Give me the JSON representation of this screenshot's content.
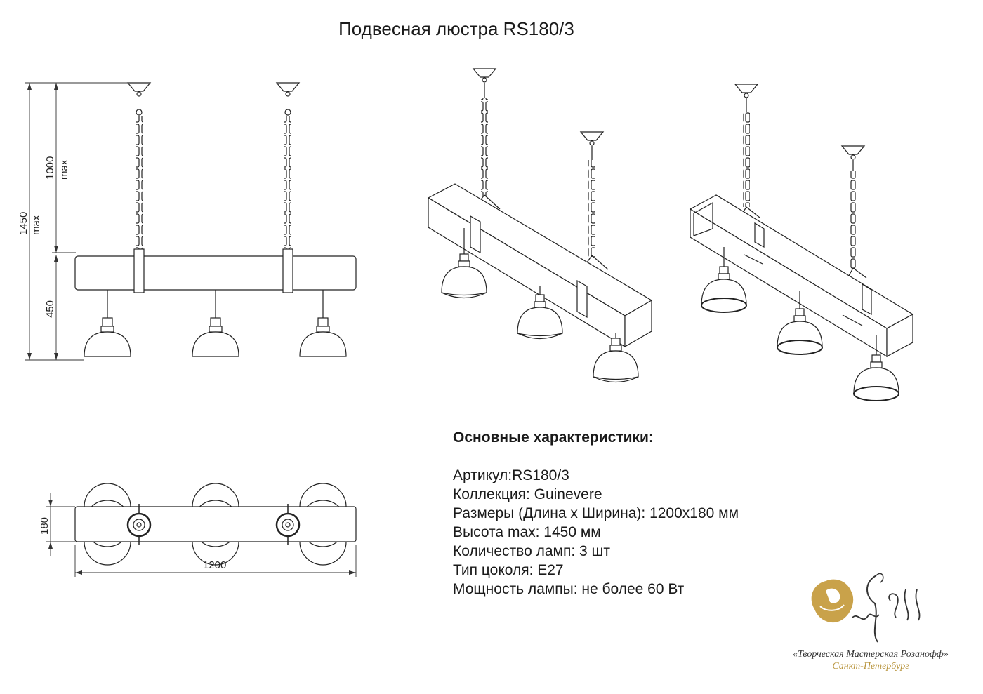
{
  "title": "Подвесная люстра RS180/3",
  "dimensions": {
    "total_height": "1450",
    "total_height_note": "max",
    "chain_height": "1000",
    "chain_height_note": "max",
    "body_height": "450",
    "width_depth": "180",
    "length": "1200"
  },
  "specs": {
    "heading": "Основные характеристики:",
    "lines": [
      "Артикул:RS180/3",
      "Коллекция: Guinevere",
      "Размеры (Длина х Ширина): 1200х180 мм",
      "Высота max: 1450 мм",
      "Количество ламп: 3 шт",
      "Тип цоколя: E27",
      "Мощность лампы: не более 60 Вт"
    ]
  },
  "logo": {
    "caption": "«Творческая Мастерская Розанофф»",
    "city": "Санкт-Петербург",
    "colors": {
      "gold": "#c9a24a",
      "dark": "#333333"
    }
  }
}
